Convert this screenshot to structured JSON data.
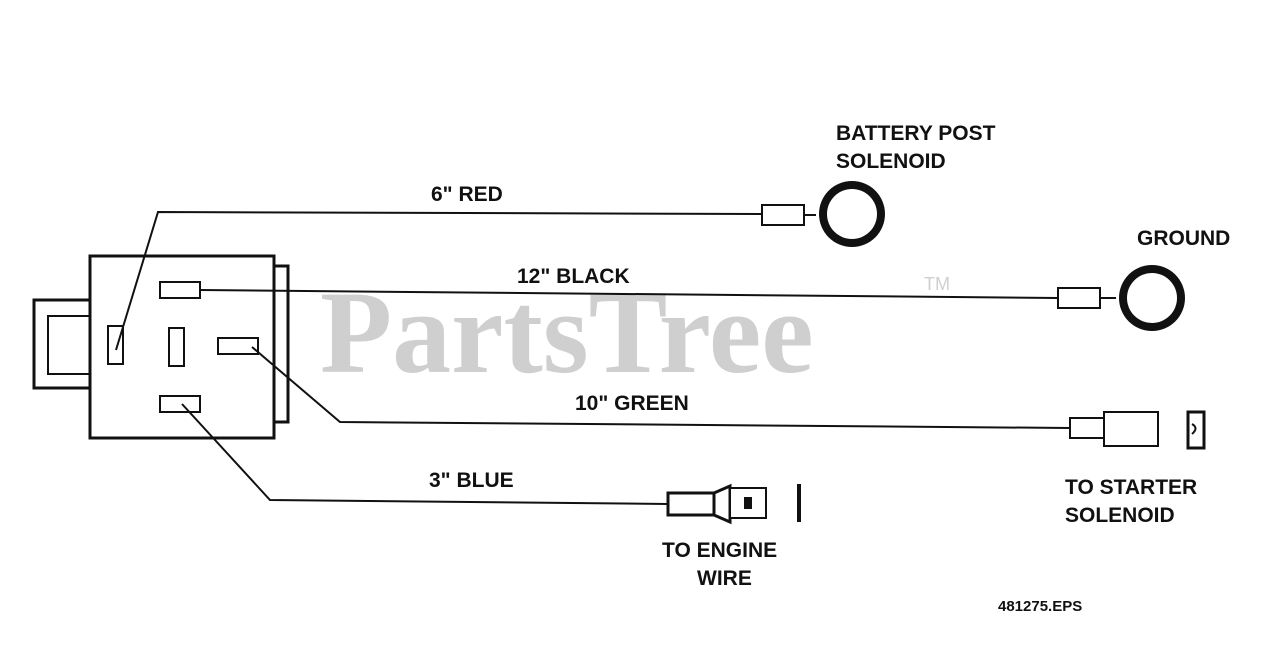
{
  "watermark": {
    "text": "PartsTree",
    "trademark": "TM"
  },
  "wires": {
    "red": "6\" RED",
    "black": "12\" BLACK",
    "green": "10\" GREEN",
    "blue": "3\" BLUE"
  },
  "terminals": {
    "battery_line1": "BATTERY POST",
    "battery_line2": "SOLENOID",
    "ground": "GROUND",
    "starter_line1": "TO STARTER",
    "starter_line2": "SOLENOID",
    "engine_line1": "TO ENGINE",
    "engine_line2": "WIRE"
  },
  "file_ref": "481275.EPS"
}
